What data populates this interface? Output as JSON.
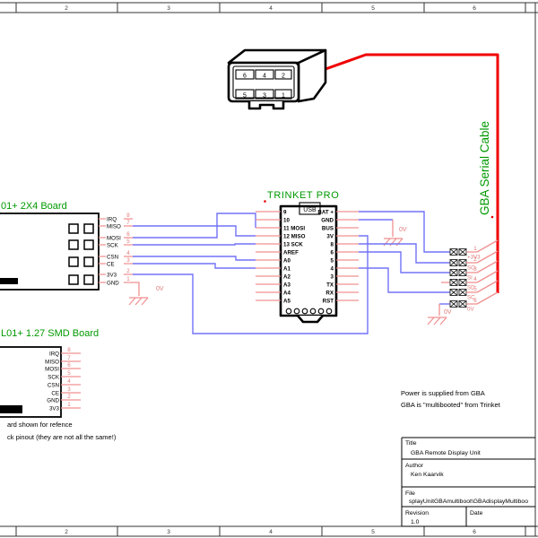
{
  "colors": {
    "accent_green": "#009900",
    "wire_blue": "#7272f8",
    "pin_salmon": "#f09090",
    "cable_red": "#f00000"
  },
  "frame": {
    "ruler": [
      "2",
      "3",
      "4",
      "5",
      "6"
    ]
  },
  "connector": {
    "pins": [
      "6",
      "4",
      "2",
      "5",
      "3",
      "1"
    ]
  },
  "cable_label": "GBA Serial Cable",
  "trinket": {
    "title": "TRINKET PRO",
    "usb": "USB",
    "left": [
      "9",
      "10",
      "11 MOSI",
      "12 MISO",
      "13 SCK",
      "AREF",
      "A0",
      "A1",
      "A2",
      "A3",
      "A4",
      "A5"
    ],
    "right": [
      "BAT +",
      "GND",
      "BUS",
      "3V",
      "8",
      "6",
      "5",
      "4",
      "3",
      "TX",
      "RX",
      "RST"
    ]
  },
  "board2x4": {
    "title": "01+ 2X4 Board",
    "pins": [
      {
        "n": "IRQ",
        "num": "8"
      },
      {
        "n": "MISO",
        "num": "7"
      },
      {
        "n": "MOSI",
        "num": "6"
      },
      {
        "n": "SCK",
        "num": "5"
      },
      {
        "n": "CSN",
        "num": "4"
      },
      {
        "n": "CE",
        "num": "3"
      },
      {
        "n": "3V3",
        "num": "2"
      },
      {
        "n": "GND",
        "num": "1"
      }
    ]
  },
  "boardsmd": {
    "title": "L01+ 1.27 SMD Board",
    "pins": [
      {
        "n": "IRQ",
        "num": "8"
      },
      {
        "n": "MISO",
        "num": "7"
      },
      {
        "n": "MOSI",
        "num": "6"
      },
      {
        "n": "SCK",
        "num": "5"
      },
      {
        "n": "CSN",
        "num": "4"
      },
      {
        "n": "CE",
        "num": "3"
      },
      {
        "n": "GND",
        "num": "2"
      },
      {
        "n": "3V3",
        "num": "1"
      }
    ]
  },
  "gba_pins": [
    {
      "num": "1",
      "name": "+3V3"
    },
    {
      "num": "2",
      "name": "SO"
    },
    {
      "num": "3",
      "name": "SI"
    },
    {
      "num": "4",
      "name": "SD"
    },
    {
      "num": "5",
      "name": "SC"
    },
    {
      "num": "6",
      "name": "0V"
    }
  ],
  "ov": "0V",
  "notes": {
    "line1": "ard shown for refence",
    "line2": "ck pinout (they are not all the same!)",
    "power1": "Power is supplied from GBA",
    "power2": "GBA is \"multibooted\" from Trinket"
  },
  "title_block": {
    "title_label": "Title",
    "title": "GBA Remote Display Unit",
    "author_label": "Author",
    "author": "Ken Kaarvik",
    "file_label": "File",
    "file": "splayUnitGBAmultiboot\\GBAdisplayMultiboo",
    "revision_label": "Revision",
    "revision": "1.0",
    "date_label": "Date"
  },
  "connections": [
    {
      "from": "nRF24L01 MISO",
      "to": "Trinket 12 MISO"
    },
    {
      "from": "nRF24L01 MOSI",
      "to": "Trinket 11 MOSI"
    },
    {
      "from": "nRF24L01 SCK",
      "to": "Trinket 13 SCK"
    },
    {
      "from": "nRF24L01 CSN",
      "to": "Trinket A0"
    },
    {
      "from": "nRF24L01 CE",
      "to": "Trinket A1"
    },
    {
      "from": "nRF24L01 3V3",
      "to": "Trinket 3V"
    },
    {
      "from": "nRF24L01 GND",
      "to": "0V ground"
    },
    {
      "from": "Trinket BAT+",
      "to": "GBA pin 1 +3V3"
    },
    {
      "from": "Trinket GND",
      "to": "0V ground"
    },
    {
      "from": "Trinket 8",
      "to": "GBA pin 2 SO"
    },
    {
      "from": "Trinket 6",
      "to": "GBA pin 3 SI"
    },
    {
      "from": "Trinket 4",
      "to": "GBA pin 5 SC"
    },
    {
      "from": "GBA pin 6 0V",
      "to": "0V ground"
    }
  ]
}
